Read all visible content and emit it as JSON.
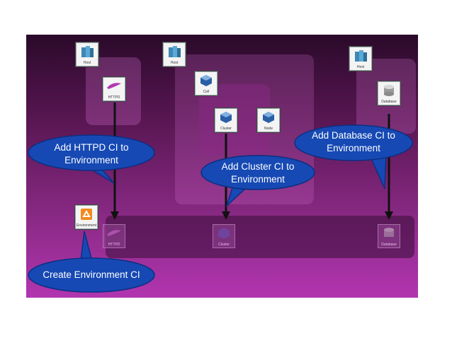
{
  "icons": {
    "host_left": "Host",
    "host_mid": "Host",
    "host_right": "Host",
    "httpd": "HTTPD",
    "cell": "Cell",
    "cluster": "Cluster",
    "node": "Node",
    "database": "Database",
    "environment": "Environment",
    "httpd_ghost": "HTTPD",
    "cluster_ghost": "Cluster",
    "database_ghost": "Database"
  },
  "callouts": {
    "httpd": "Add  HTTPD CI to Environment",
    "cluster": "Add Cluster CI to Environment",
    "database": "Add Database CI to Environment",
    "environment": "Create Environment CI"
  },
  "colors": {
    "callout_fill": "#1649b4",
    "callout_stroke": "#0c2f80",
    "arrow": "#111111"
  }
}
